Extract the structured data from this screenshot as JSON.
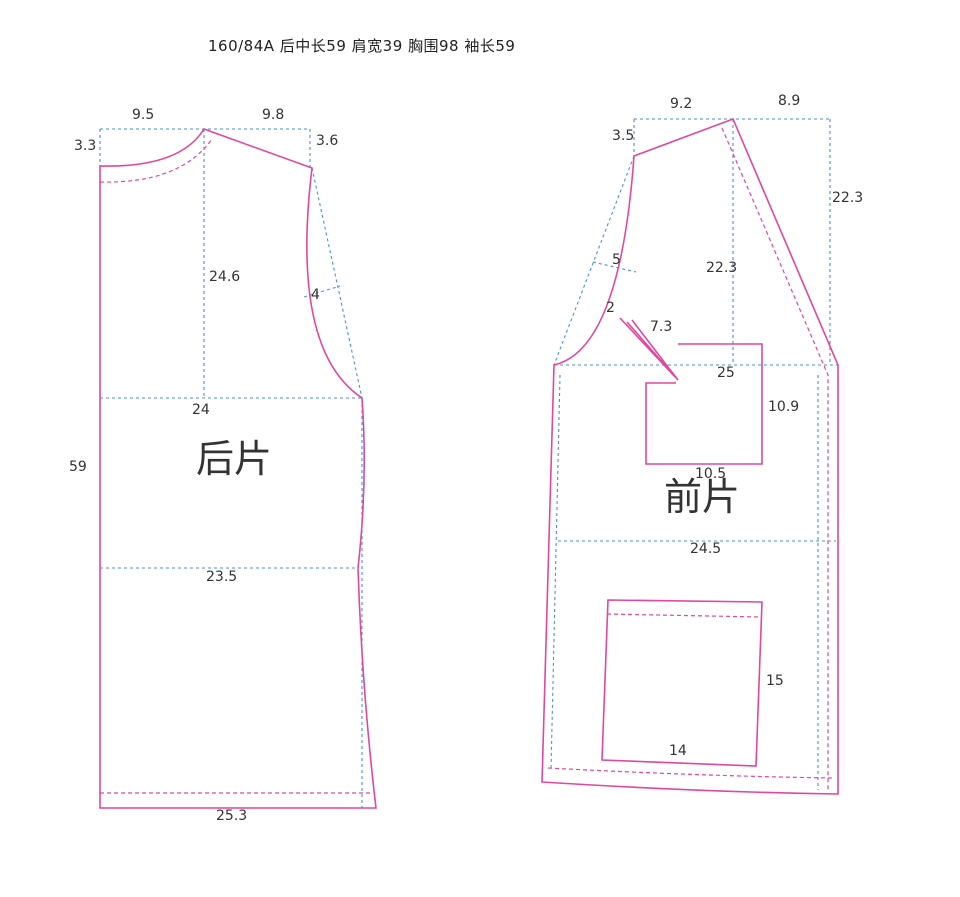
{
  "spec_line": "160/84A    后中长59    肩宽39    胸围98    袖长59",
  "back": {
    "label": "后片",
    "dims": {
      "neck_width": "9.5",
      "shoulder_width": "9.8",
      "neck_drop": "3.3",
      "shoulder_drop": "3.6",
      "armhole_depth": "24.6",
      "armhole_curve": "4",
      "bust": "24",
      "length": "59",
      "waist": "23.5",
      "hem": "25.3"
    }
  },
  "front": {
    "label": "前片",
    "dims": {
      "neck_width": "9.2",
      "collar_width": "8.9",
      "shoulder_drop": "3.5",
      "lapel_height": "22.3",
      "roll_line": "22.3",
      "armhole_depth": "5",
      "dart_width": "2",
      "dart_length": "7.3",
      "chest_pocket_width": "10.5",
      "chest_pocket_height": "10.9",
      "bust": "25",
      "waist": "24.5",
      "patch_pocket_height": "15",
      "patch_pocket_width": "14"
    }
  }
}
